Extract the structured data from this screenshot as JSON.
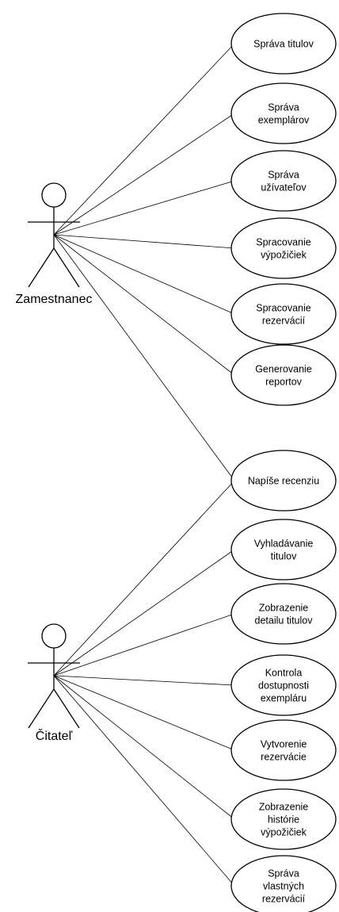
{
  "actors": [
    {
      "id": "zamestnanec",
      "label": "Zamestnanec"
    },
    {
      "id": "citatel",
      "label": "Čitateľ"
    }
  ],
  "use_cases": [
    {
      "id": "uc1",
      "lines": [
        "Správa titulov"
      ]
    },
    {
      "id": "uc2",
      "lines": [
        "Správa",
        "exemplárov"
      ]
    },
    {
      "id": "uc3",
      "lines": [
        "Správa",
        "užívateľov"
      ]
    },
    {
      "id": "uc4",
      "lines": [
        "Spracovanie",
        "výpožičiek"
      ]
    },
    {
      "id": "uc5",
      "lines": [
        "Spracovanie",
        "rezervácií"
      ]
    },
    {
      "id": "uc6",
      "lines": [
        "Generovanie",
        "reportov"
      ]
    },
    {
      "id": "uc7",
      "lines": [
        "Napíše recenziu"
      ]
    },
    {
      "id": "uc8",
      "lines": [
        "Vyhladávanie",
        "titulov"
      ]
    },
    {
      "id": "uc9",
      "lines": [
        "Zobrazenie",
        "detailu titulov"
      ]
    },
    {
      "id": "uc10",
      "lines": [
        "Kontrola",
        "dostupnosti",
        "exempláru"
      ]
    },
    {
      "id": "uc11",
      "lines": [
        "Vytvorenie",
        "rezervácie"
      ]
    },
    {
      "id": "uc12",
      "lines": [
        "Zobrazenie",
        "histórie",
        "výpožičiek"
      ]
    },
    {
      "id": "uc13",
      "lines": [
        "Správa",
        "vlastných",
        "rezervácií"
      ]
    }
  ],
  "associations": [
    [
      "zamestnanec",
      "uc1"
    ],
    [
      "zamestnanec",
      "uc2"
    ],
    [
      "zamestnanec",
      "uc3"
    ],
    [
      "zamestnanec",
      "uc4"
    ],
    [
      "zamestnanec",
      "uc5"
    ],
    [
      "zamestnanec",
      "uc6"
    ],
    [
      "zamestnanec",
      "uc7"
    ],
    [
      "citatel",
      "uc7"
    ],
    [
      "citatel",
      "uc8"
    ],
    [
      "citatel",
      "uc9"
    ],
    [
      "citatel",
      "uc10"
    ],
    [
      "citatel",
      "uc11"
    ],
    [
      "citatel",
      "uc12"
    ],
    [
      "citatel",
      "uc13"
    ]
  ]
}
